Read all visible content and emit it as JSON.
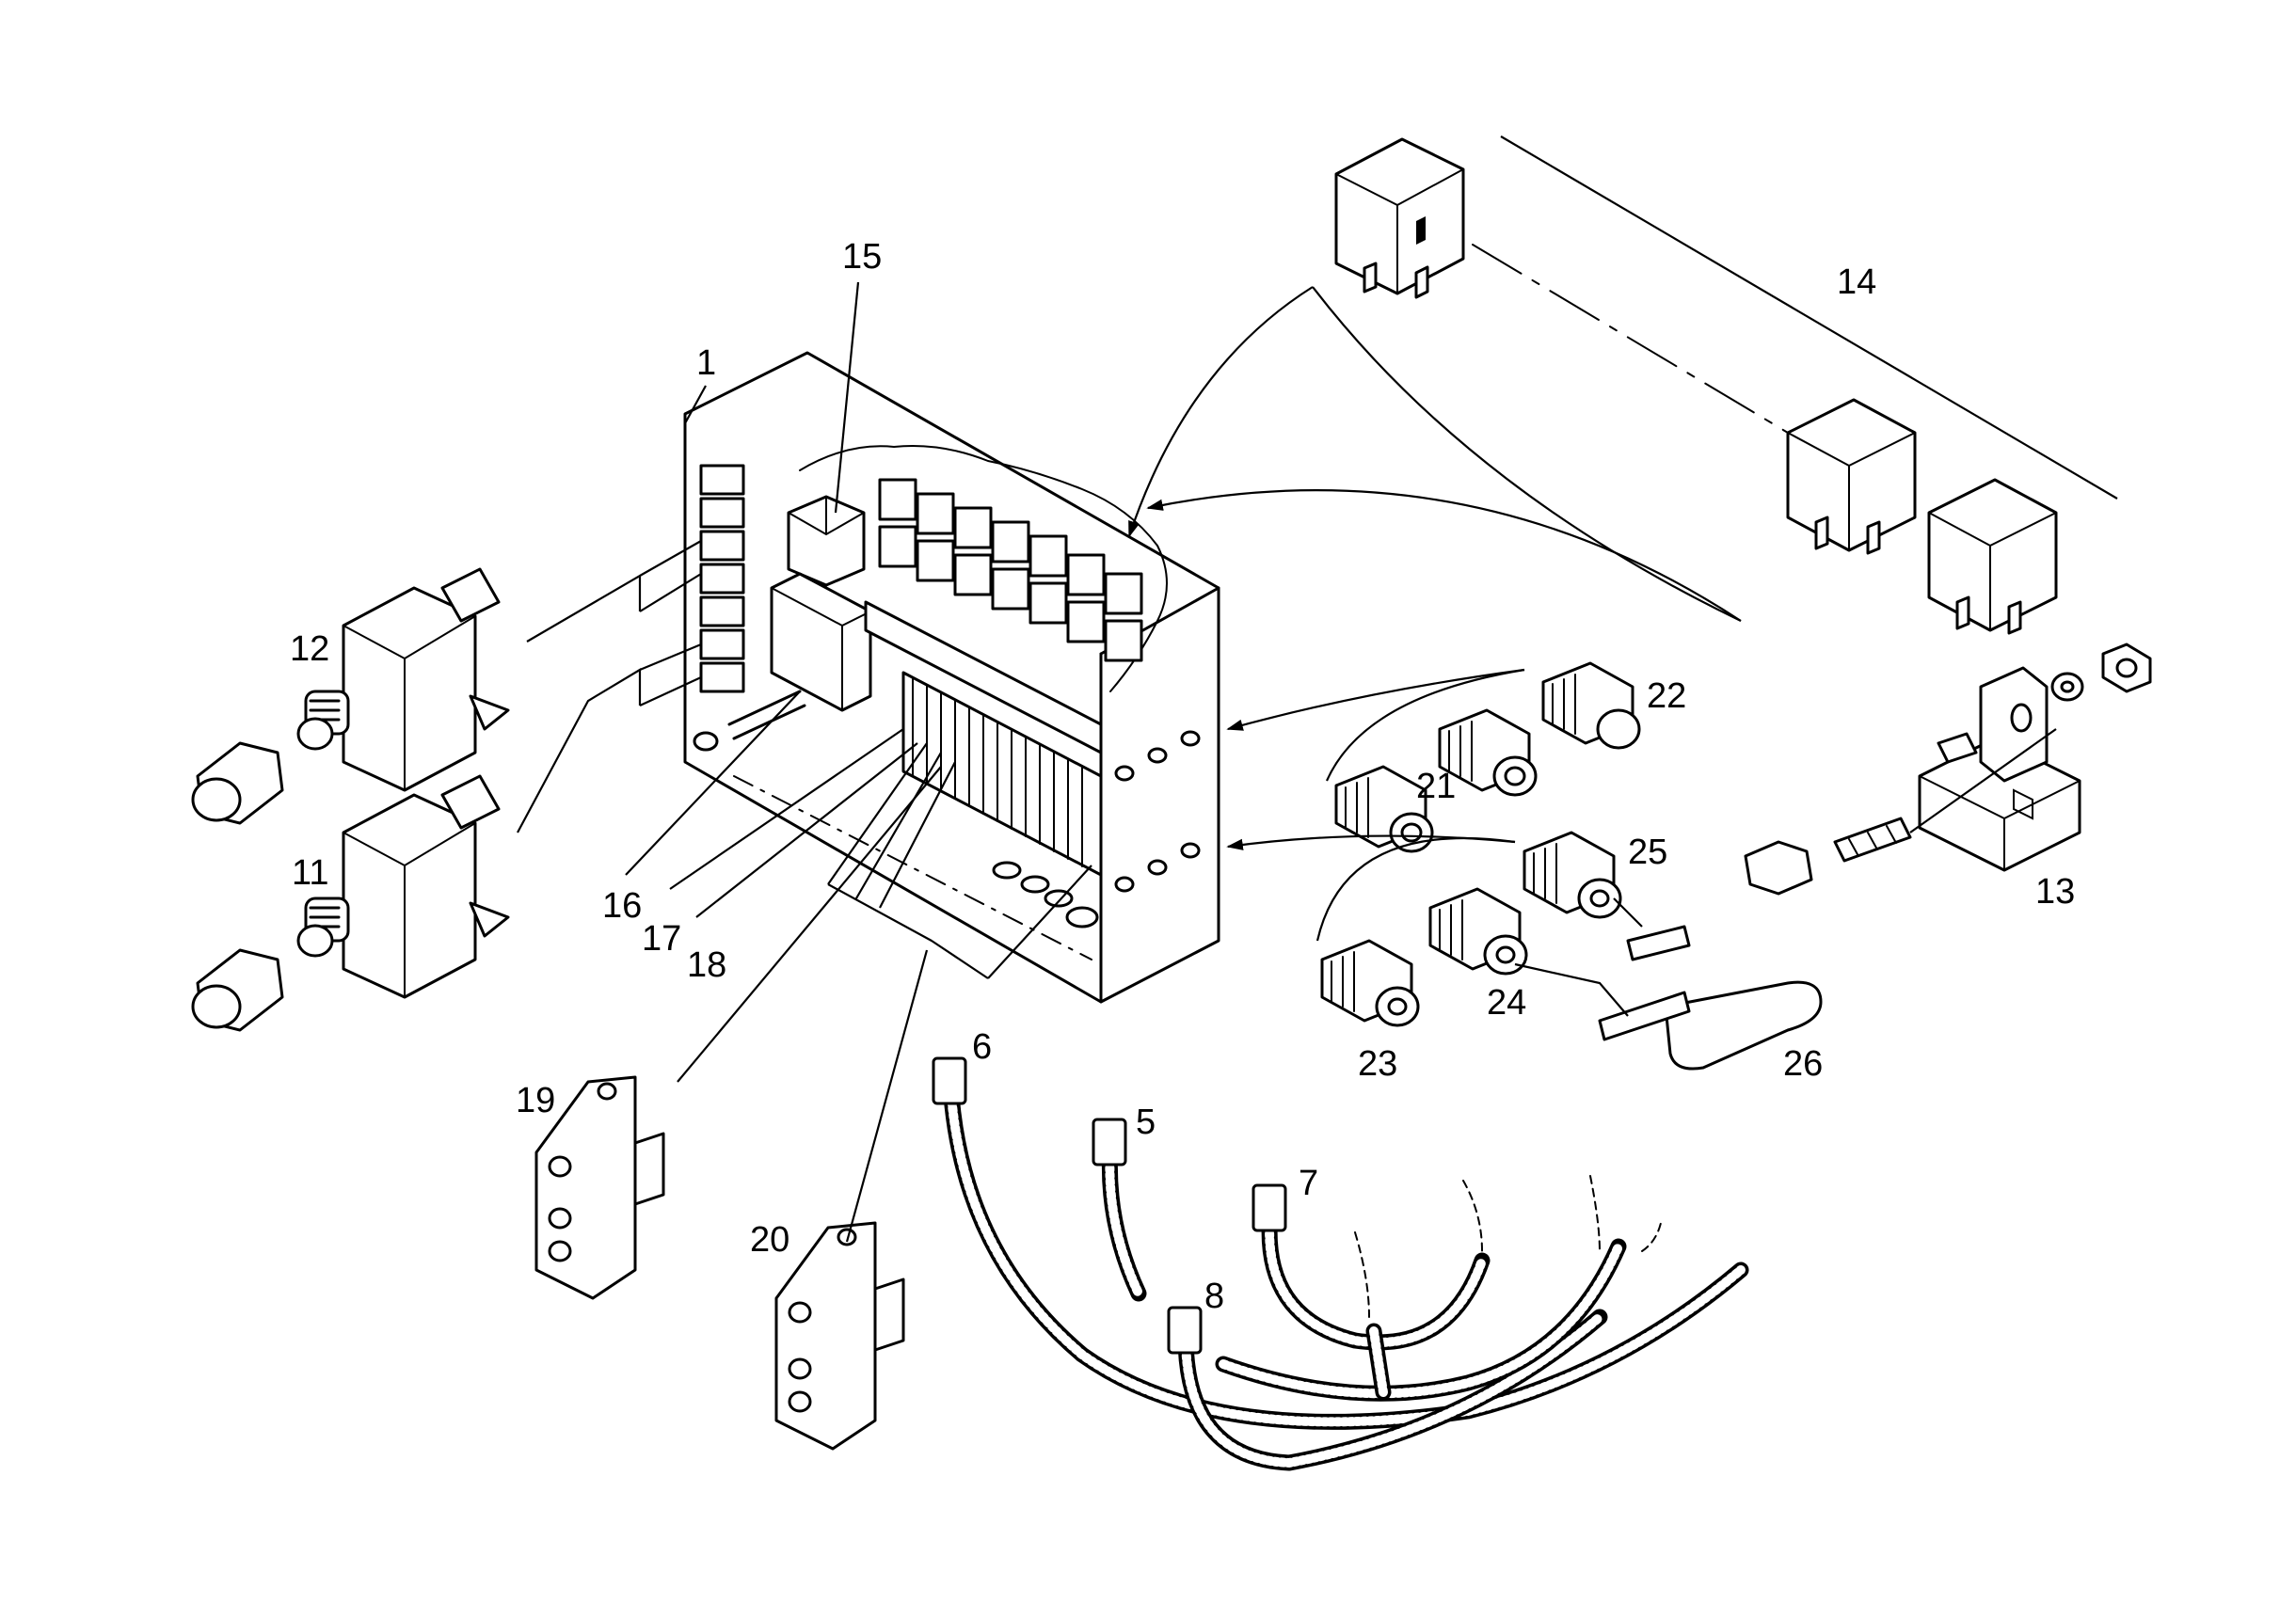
{
  "labels": {
    "p1": "1",
    "p5": "5",
    "p6": "6",
    "p7": "7",
    "p8": "8",
    "p11": "11",
    "p12": "12",
    "p13": "13",
    "p14": "14",
    "p15": "15",
    "p16": "16",
    "p17": "17",
    "p18": "18",
    "p19": "19",
    "p20": "20",
    "p21": "21",
    "p22": "22",
    "p23": "23",
    "p24": "24",
    "p25": "25",
    "p26": "26"
  },
  "colors": {
    "line": "#000000",
    "background": "#ffffff"
  }
}
